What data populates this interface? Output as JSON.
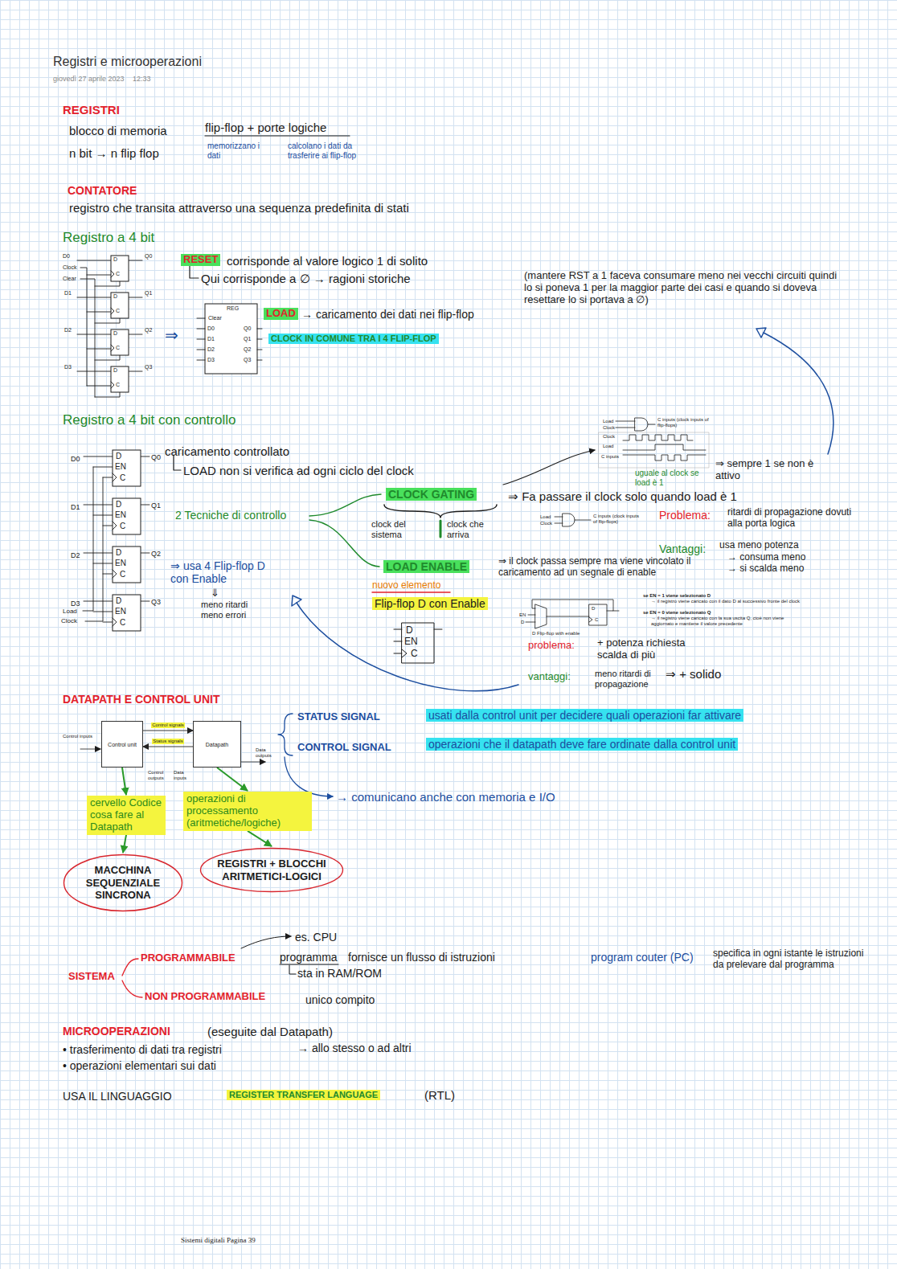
{
  "diagram": {
    "title": "Registri e microoperazioni",
    "nodes": [
      {
        "text": [
          "Control unit"
        ]
      },
      {
        "text": [
          "Datapath"
        ]
      },
      {
        "text": [
          "cervello Codice cosa fare al Datapath"
        ]
      },
      {
        "text": [
          "operazioni di processamento (aritmetiche/logiche)"
        ]
      },
      {
        "text": [
          "MACCHINA SEQUENZIALE SINCRONA"
        ]
      },
      {
        "text": [
          "REGISTRI + BLOCCHI ARITMETICI-LOGICI"
        ]
      }
    ],
    "edges": [
      {
        "from": 0,
        "to": 1,
        "arrow": "to",
        "label": "Control signals"
      },
      {
        "from": 1,
        "to": 0,
        "arrow": "to",
        "label": "Status signals"
      },
      {
        "from": 0,
        "to": 2,
        "arrow": "to"
      },
      {
        "from": 1,
        "to": 3,
        "arrow": "to"
      },
      {
        "from": 2,
        "to": 4,
        "arrow": "to"
      },
      {
        "from": 3,
        "to": 5,
        "arrow": "to"
      }
    ],
    "labels": [
      "giovedì 27 aprile 2023",
      "12:33",
      "REGISTRI",
      "blocco di memoria",
      "flip-flop + porte logiche",
      "memorizzano i dati",
      "calcolano i dati da trasferire ai flip-flop",
      "n bit → n flip flop",
      "CONTATORE",
      "registro che transita attraverso una sequenza predefinita di stati",
      "Registro a 4 bit",
      "D0",
      "Clock",
      "Clear",
      "D1",
      "D2",
      "D3",
      "Q0",
      "Q1",
      "Q2",
      "Q3",
      "D",
      "C",
      "D",
      "C",
      "D",
      "C",
      "D",
      "C",
      "REG",
      "Clear",
      "D0",
      "D1",
      "D2",
      "D3",
      "Q0",
      "Q1",
      "Q2",
      "Q3",
      "⇒",
      "RESET",
      "corrisponde al valore logico 1 di solito",
      "Qui corrisponde a ∅ → ragioni storiche",
      "(mantere RST a 1 faceva consumare meno nei vecchi circuiti quindi lo si poneva 1 per la maggior parte dei casi e quando si doveva resettare lo si portava a ∅)",
      "LOAD",
      "→ caricamento dei dati nei flip-flop",
      "CLOCK IN COMUNE TRA I 4 FLIP-FLOP",
      "Registro a 4 bit con controllo",
      "D0",
      "D1",
      "D2",
      "D3",
      "Load",
      "Clock",
      "Q0",
      "Q1",
      "Q2",
      "Q3",
      "D",
      "EN",
      "C",
      "D",
      "EN",
      "C",
      "D",
      "EN",
      "C",
      "D",
      "EN",
      "C",
      "caricamento controllato",
      "LOAD non si verifica ad ogni ciclo del clock",
      "2 Tecniche di controllo",
      "CLOCK GATING",
      "clock del sistema",
      "clock che arriva",
      "⇒ Fa passare il clock solo quando load è 1",
      "Load",
      "Clock",
      "C inputs (clock inputs of flip-flops)",
      "Clock",
      "Load",
      "C inputs",
      "uguale al clock se load è 1",
      "⇒ sempre 1 se non è attivo",
      "Load",
      "Clock",
      "C inputs (clock inputs of flip-flops)",
      "Problema:",
      "ritardi di propagazione dovuti alla porta logica",
      "Vantaggi:",
      "usa meno potenza",
      "→ consuma meno",
      "→ si scalda meno",
      "LOAD ENABLE",
      "⇒ il clock passa sempre ma viene vincolato il caricamento ad un segnale di enable",
      "nuovo elemento",
      "Flip-flop D con Enable",
      "D",
      "EN",
      "C",
      "EN",
      "D",
      "D Flip-flop with enable",
      "D",
      "C",
      "se EN = 1 viene selezionato D",
      "→ il registro viene caricato con il dato D al successivo fronte del clock",
      "se EN = 0 viene selezionato Q",
      "→ il registro viene caricato con la sua uscita Q, cioè non viene aggiornato e mantiene il valore precedente",
      "problema:",
      "+ potenza richiesta scalda di più",
      "vantaggi:",
      "meno ritardi di propagazione",
      "⇒ + solido",
      "⇒ usa 4 Flip-flop D con Enable",
      "⇓",
      "meno ritardi meno errori",
      "DATAPATH E CONTROL UNIT",
      "Control inputs",
      "Data outputs",
      "Control outputs",
      "Data inputs",
      "STATUS SIGNAL",
      "usati dalla control unit per decidere quali operazioni far attivare",
      "CONTROL SIGNAL",
      "operazioni che il datapath deve fare ordinate dalla control unit",
      "→ comunicano anche con memoria e I/O",
      "SISTEMA",
      "PROGRAMMABILE",
      "es. CPU",
      "programma",
      "fornisce un flusso di istruzioni",
      "sta in RAM/ROM",
      "program couter (PC)",
      "specifica in ogni istante le istruzioni da prelevare dal programma",
      "NON PROGRAMMABILE",
      "unico compito",
      "MICROOPERAZIONI",
      "(eseguite dal Datapath)",
      "• trasferimento di dati tra registri",
      "→ allo stesso o ad altri",
      "• operazioni elementari sui dati",
      "USA IL LINGUAGGIO",
      "REGISTER TRANSFER LANGUAGE",
      "(RTL)",
      "Sistemi digitali Pagina 39"
    ]
  }
}
